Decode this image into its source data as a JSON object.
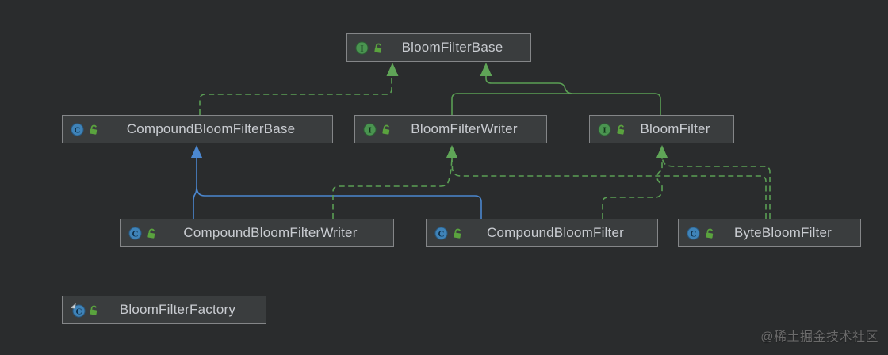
{
  "diagram": {
    "nodes": [
      {
        "label": "BloomFilterBase",
        "kind": "interface"
      },
      {
        "label": "CompoundBloomFilterBase",
        "kind": "class"
      },
      {
        "label": "BloomFilterWriter",
        "kind": "interface"
      },
      {
        "label": "BloomFilter",
        "kind": "interface"
      },
      {
        "label": "CompoundBloomFilterWriter",
        "kind": "class"
      },
      {
        "label": "CompoundBloomFilter",
        "kind": "class"
      },
      {
        "label": "ByteBloomFilter",
        "kind": "class"
      },
      {
        "label": "BloomFilterFactory",
        "kind": "final-class"
      }
    ],
    "edges": [
      {
        "from": "CompoundBloomFilterBase",
        "to": "BloomFilterBase",
        "relation": "implements",
        "style": "dashed",
        "color": "#5a9e54"
      },
      {
        "from": "BloomFilterWriter",
        "to": "BloomFilterBase",
        "relation": "extends",
        "style": "solid",
        "color": "#5a9e54"
      },
      {
        "from": "BloomFilter",
        "to": "BloomFilterBase",
        "relation": "extends",
        "style": "solid",
        "color": "#5a9e54"
      },
      {
        "from": "CompoundBloomFilterWriter",
        "to": "CompoundBloomFilterBase",
        "relation": "extends",
        "style": "solid",
        "color": "#4b87cf"
      },
      {
        "from": "CompoundBloomFilter",
        "to": "CompoundBloomFilterBase",
        "relation": "extends",
        "style": "solid",
        "color": "#4b87cf"
      },
      {
        "from": "CompoundBloomFilterWriter",
        "to": "BloomFilterWriter",
        "relation": "implements",
        "style": "dashed",
        "color": "#5a9e54"
      },
      {
        "from": "ByteBloomFilter",
        "to": "BloomFilterWriter",
        "relation": "implements",
        "style": "dashed",
        "color": "#5a9e54"
      },
      {
        "from": "CompoundBloomFilter",
        "to": "BloomFilter",
        "relation": "implements",
        "style": "dashed",
        "color": "#5a9e54"
      },
      {
        "from": "ByteBloomFilter",
        "to": "BloomFilter",
        "relation": "implements",
        "style": "dashed",
        "color": "#5a9e54"
      }
    ],
    "colors": {
      "background": "#2a2c2d",
      "node_fill": "#3a3d3e",
      "node_border": "#848688",
      "node_text": "#c9ccd1",
      "edge_green": "#5a9e54",
      "edge_blue": "#4b87cf",
      "interface_icon": "#4a9450",
      "class_icon": "#3f83b8",
      "lock_icon": "#5aa33e",
      "watermark": "#6a6a6a"
    }
  },
  "watermark": {
    "text": "@稀土掘金技术社区"
  }
}
